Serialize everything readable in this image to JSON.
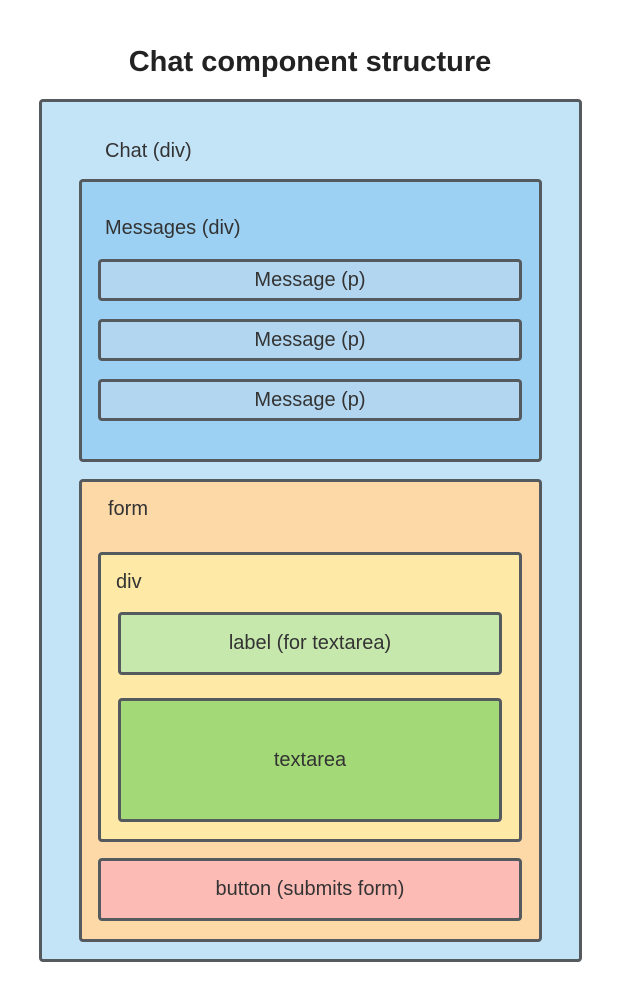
{
  "title": "Chat component structure",
  "chat": {
    "label": "Chat (div)",
    "color": "#c3e3f7",
    "messages": {
      "label": "Messages (div)",
      "color": "#9dd1f3",
      "items": [
        {
          "label": "Message (p)"
        },
        {
          "label": "Message (p)"
        },
        {
          "label": "Message (p)"
        }
      ]
    },
    "form": {
      "label": "form",
      "color": "#fdd9a8",
      "div": {
        "label": "div",
        "color": "#feeaa6",
        "label_box": {
          "label": "label (for textarea)",
          "color": "#c7e8ad"
        },
        "textarea_box": {
          "label": "textarea",
          "color": "#a3d977"
        }
      },
      "button": {
        "label": "button (submits form)",
        "color": "#fdbbb5"
      }
    }
  }
}
